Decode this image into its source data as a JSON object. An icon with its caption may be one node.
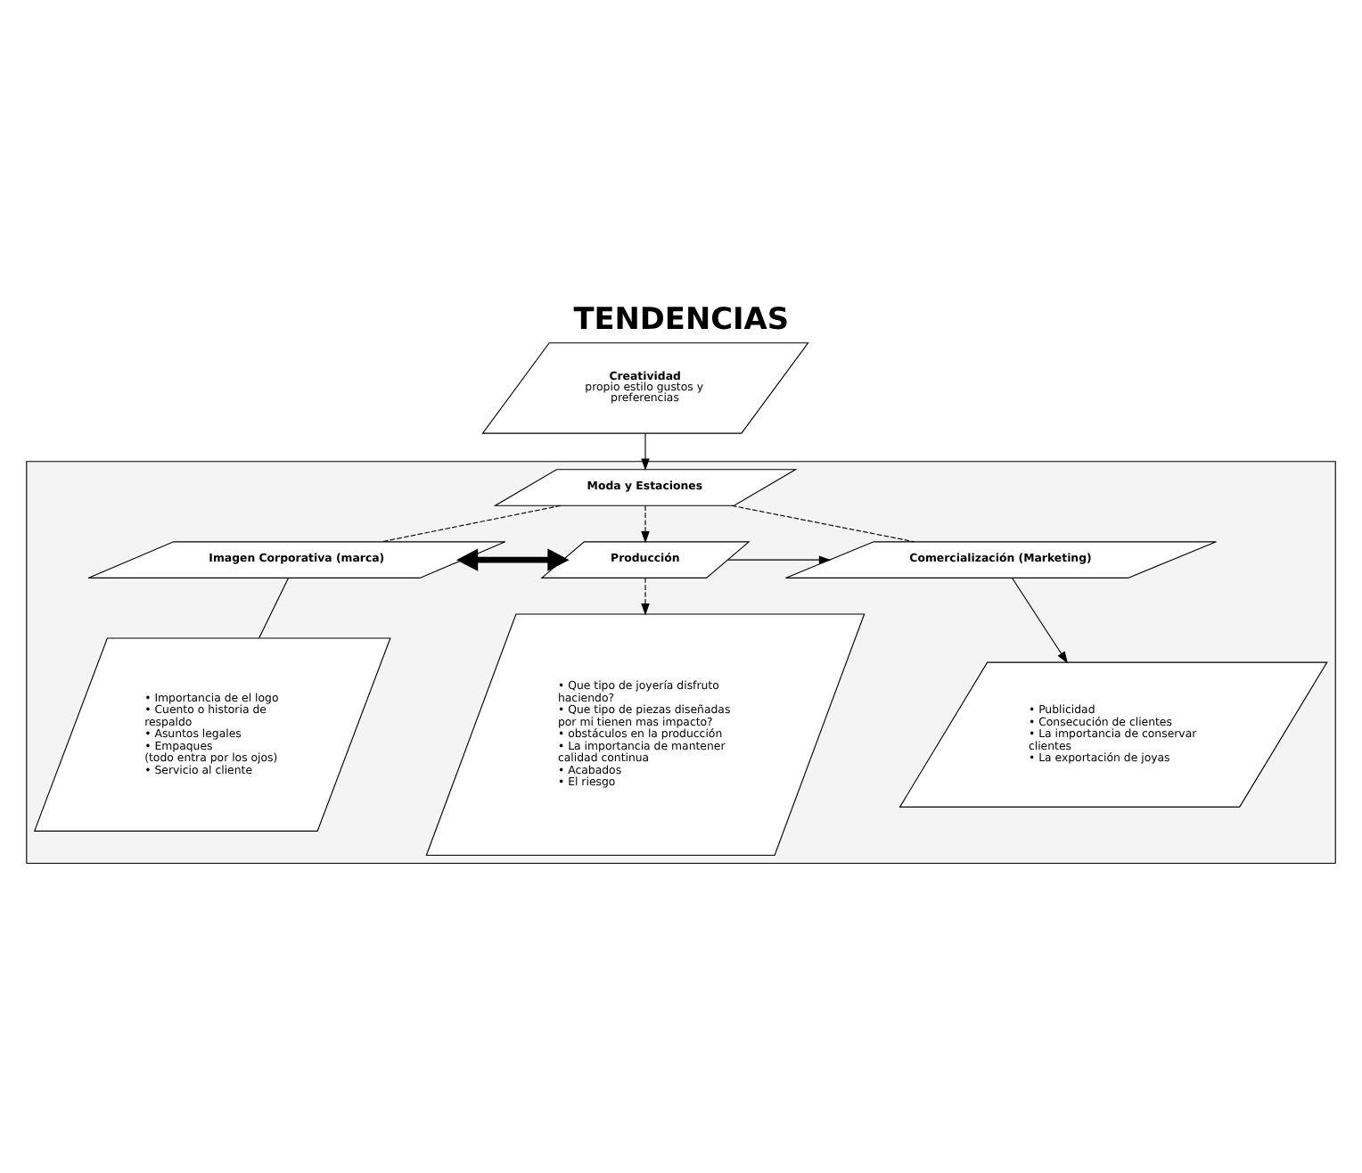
{
  "diagram": {
    "title": "TENDENCIAS",
    "nodes": [
      {
        "text": [
          "Creatividad",
          "propio estilo gustos y preferencias"
        ]
      },
      {
        "text": [],
        "shape": "box"
      },
      {
        "text": [
          "Moda y Estaciones"
        ],
        "in": 1
      },
      {
        "text": [
          "Imagen Corporativa (marca)"
        ],
        "in": 1
      },
      {
        "text": [
          "Producción"
        ],
        "in": 1
      },
      {
        "text": [
          "Comercialización (Marketing)"
        ],
        "in": 1
      },
      {
        "text": [
          "• Importancia de el logo",
          "• Cuento o historia de respaldo",
          "• Asuntos legales",
          "• Empaques",
          "(todo entra por los ojos)",
          "• Servicio al cliente"
        ],
        "in": 1
      },
      {
        "text": [
          "• Que tipo de joyería disfruto haciendo?",
          "• Que tipo de piezas diseñadas por mi tienen mas impacto?",
          "• obstáculos en la producción",
          "• La importancia de mantener calidad continua",
          "• Acabados",
          "• El riesgo"
        ],
        "in": 1
      },
      {
        "text": [
          "• Publicidad",
          "• Consecución de clientes",
          "• La importancia de conservar clientes",
          "• La exportación de joyas"
        ],
        "in": 1
      }
    ],
    "edges": [
      {
        "from": 0,
        "to": 2,
        "arrow": "to"
      },
      {
        "from": 2,
        "to": 3,
        "arrow": "none",
        "style": "dashed"
      },
      {
        "from": 2,
        "to": 4,
        "arrow": "to",
        "style": "dashed"
      },
      {
        "from": 2,
        "to": 5,
        "arrow": "none",
        "style": "dashed"
      },
      {
        "from": 3,
        "to": 4,
        "arrow": "both",
        "style": "thick"
      },
      {
        "from": 4,
        "to": 5,
        "arrow": "to"
      },
      {
        "from": 3,
        "to": 6,
        "arrow": "none"
      },
      {
        "from": 4,
        "to": 7,
        "arrow": "to",
        "style": "dashed"
      },
      {
        "from": 5,
        "to": 8,
        "arrow": "to"
      }
    ]
  }
}
